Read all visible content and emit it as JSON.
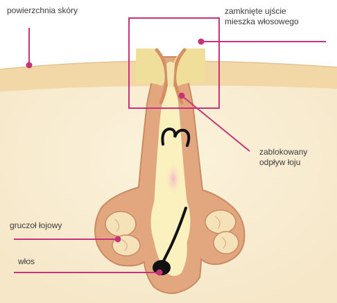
{
  "labels": {
    "skin_surface": "powierzchnia skóry",
    "closed_opening_line1": "zamknięte ujście",
    "closed_opening_line2": "mieszka włosowego",
    "blocked_outflow_line1": "zablokowany",
    "blocked_outflow_line2": "odpływ łoju",
    "sebaceous_gland": "gruczoł łojowy",
    "hair": "włos"
  },
  "colors": {
    "pointer": "#c8327a",
    "skin_tissue": "#f8ecce",
    "skin_surface_band": "#f1d8a6",
    "follicle_wall": "#e3a77f",
    "follicle_outline": "#c98a62",
    "sebum": "#fbf1bf",
    "plug": "#efdf9a",
    "hair": "#111111"
  }
}
